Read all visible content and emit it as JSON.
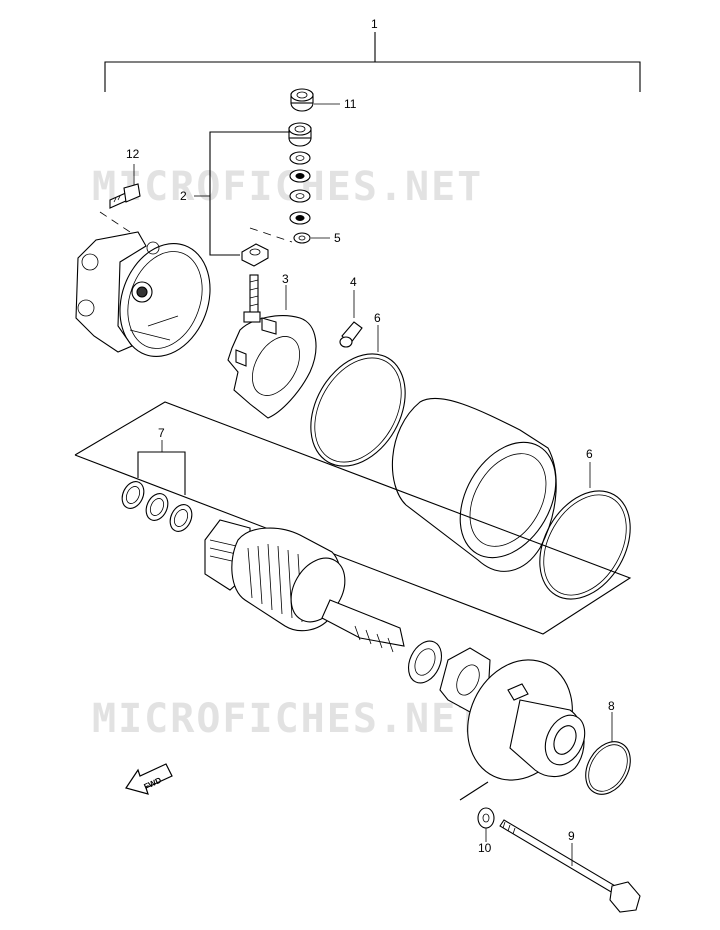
{
  "watermark": "MICROFICHES.NET",
  "callouts": {
    "c1": "1",
    "c2": "2",
    "c3": "3",
    "c4": "4",
    "c5": "5",
    "c6a": "6",
    "c6b": "6",
    "c7": "7",
    "c8": "8",
    "c9": "9",
    "c10": "10",
    "c11": "11",
    "c12": "12"
  },
  "fwd_label": "FWD"
}
